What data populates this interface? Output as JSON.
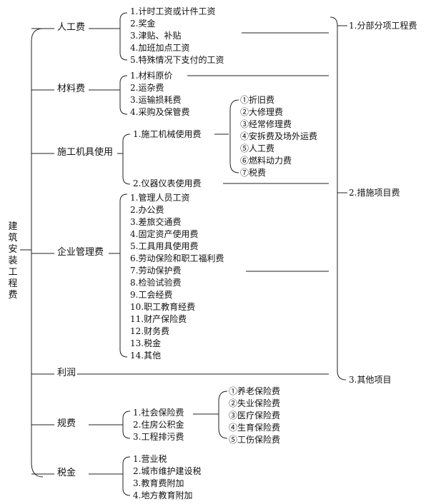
{
  "root": "建筑安装工程费",
  "categories": {
    "labor": "人工费",
    "material": "材料费",
    "machine": "施工机具使用",
    "management": "企业管理费",
    "profit": "利润",
    "fees": "规费",
    "tax": "税金"
  },
  "labor_items": [
    "1.计时工资或计件工资",
    "2.奖金",
    "3.津贴、补贴",
    "4.加班加点工资",
    "5.特殊情况下支付的工资"
  ],
  "material_items": [
    "1.材料原价",
    "2.运杂费",
    "3.运输损耗费",
    "4.采购及保管费"
  ],
  "machine_items": [
    "1.施工机械使用费",
    "2.仪器仪表使用费"
  ],
  "machine_sub_items": [
    "①折旧费",
    "②大修理费",
    "③经常修理费",
    "④安拆费及场外运费",
    "⑤人工费",
    "⑥燃料动力费",
    "⑦税费"
  ],
  "management_items": [
    "1.管理人员工资",
    "2.办公费",
    "3.差旅交通费",
    "4.固定资产使用费",
    "5.工具用具使用费",
    "6.劳动保险和职工福利费",
    "7.劳动保护费",
    "8.检验试验费",
    "9.工会经费",
    "10.职工教育经费",
    "11.财产保险费",
    "12.财务费",
    "13.税金",
    "14.其他"
  ],
  "fees_items": [
    "1.社会保险费",
    "2.住房公积金",
    "3.工程排污费"
  ],
  "social_insurance_items": [
    "①养老保险费",
    "②失业保险费",
    "③医疗保险费",
    "④生育保险费",
    "⑤工伤保险费"
  ],
  "tax_items": [
    "1.营业税",
    "2.城市维护建设税",
    "3.教育费附加",
    "4.地方教育附加"
  ],
  "right_items": [
    "1.分部分项工程费",
    "2.措施项目费",
    "3.其他项目"
  ]
}
